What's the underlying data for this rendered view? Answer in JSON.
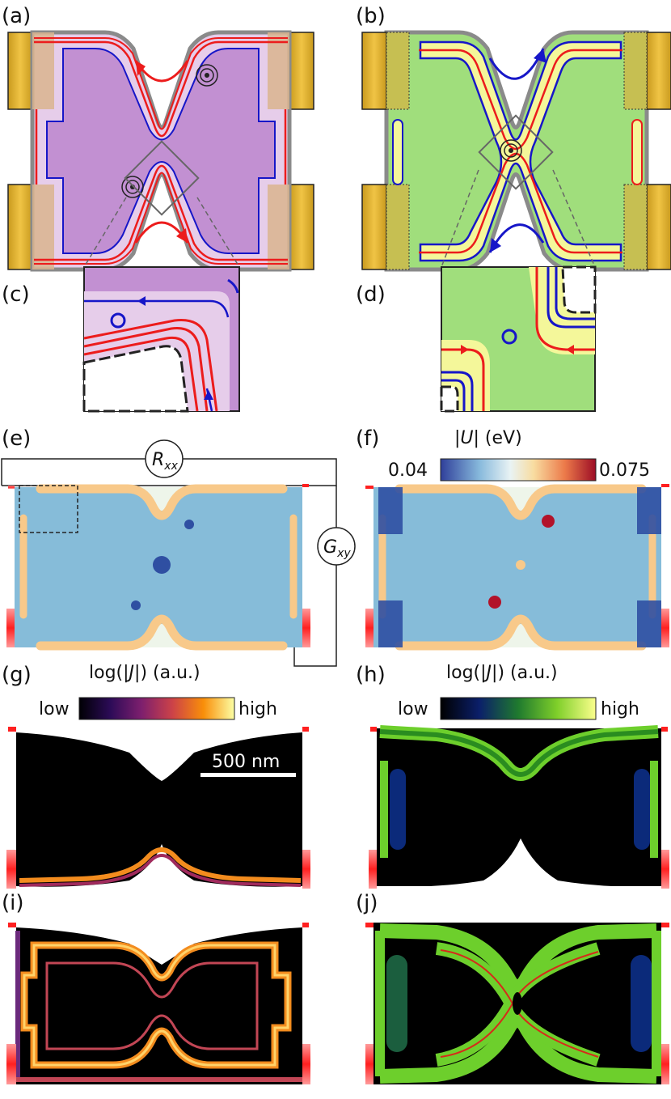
{
  "panels": {
    "a": "(a)",
    "b": "(b)",
    "c": "(c)",
    "d": "(d)",
    "e": "(e)",
    "f": "(f)",
    "g": "(g)",
    "h": "(h)",
    "i": "(i)",
    "j": "(j)"
  },
  "circuit": {
    "rxx": "R",
    "rxx_sub": "xx",
    "gxy": "G",
    "gxy_sub": "xy"
  },
  "potential_colorbar": {
    "title_pre": "|",
    "title_var": "U",
    "title_post": "| (eV)",
    "min": "0.04",
    "max": "0.075"
  },
  "current_colorbar_left": {
    "title_pre": "log(|",
    "title_var": "J",
    "title_post": "|) (a.u.)",
    "low": "low",
    "high": "high"
  },
  "current_colorbar_right": {
    "title_pre": "log(|",
    "title_var": "J",
    "title_post": "|) (a.u.)",
    "low": "low",
    "high": "high"
  },
  "scalebar": "500 nm",
  "colors": {
    "purple_fill": "#c290d2",
    "purple_light": "#e6cdea",
    "green_fill": "#a0de7c",
    "yellow_fill": "#f4f79a",
    "gold_contact": "#dcb134",
    "tan_region": "#d9b48e",
    "olive_region": "#c6bf52",
    "edge_red": "#ec1c1c",
    "edge_blue": "#1616c8",
    "potential_bulk": "#86bcd9",
    "potential_edge": "#f8c98a",
    "potential_peak": "#b2132a",
    "potential_low": "#2f4fa2"
  }
}
